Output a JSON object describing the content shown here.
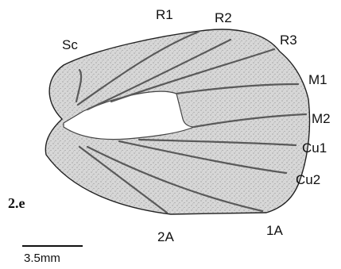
{
  "labels": {
    "sc": "Sc",
    "r1": "R1",
    "r2": "R2",
    "r3": "R3",
    "m1": "M1",
    "m2": "M2",
    "cu1": "Cu1",
    "cu2": "Cu2",
    "a1": "1A",
    "a2": "2A"
  },
  "figure_id": "2.e",
  "scale_bar": "3.5mm",
  "colors": {
    "wing_fill": "#d9d9d9",
    "vein": "#5a5a5a",
    "outline": "#222222",
    "background": "#ffffff"
  }
}
